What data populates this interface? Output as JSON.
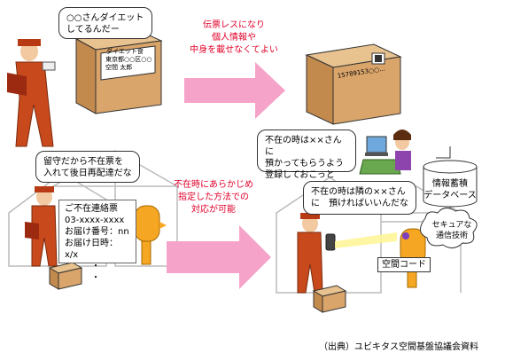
{
  "speech": {
    "diet": [
      "○○さんダイエット",
      "してるんだー"
    ],
    "absent": [
      "留守だから不在票を",
      "入れて後日再配達だな"
    ],
    "neighbor": [
      "不在の時は隣の××さん",
      "に　預ければいいんだな"
    ],
    "register": [
      "不在の時は××さんに",
      "預かってもらうよう",
      "登録しておこっと"
    ]
  },
  "arrows": {
    "top": [
      "伝票レスになり",
      "個人情報や",
      "中身を載せなくてよい"
    ],
    "bottom": [
      "不在時にあらかじめ",
      "指定した方法での",
      "対応が可能"
    ]
  },
  "parcel": {
    "tag": "ダイエット食",
    "name": [
      "東京都○○区○○",
      "空間 太郎"
    ],
    "code": "15789153○○..."
  },
  "notice": {
    "title": "ご不在連絡票",
    "tel": "03-xxxx-xxxx",
    "number": "お届け番号：nn",
    "date": "お届け日時：x/x",
    "dots": [
      "・",
      "・"
    ]
  },
  "database": [
    "情報蓄積",
    "データベース"
  ],
  "secure": [
    "セキュアな",
    "通信技術"
  ],
  "spatial_code": "空間コード",
  "source": "（出典）ユビキタス空間基盤協議会資料",
  "colors": {
    "arrow": "#f5a3c8",
    "text_red": "#e0002a",
    "uniform": "#c8491c",
    "box": "#d9a56b"
  }
}
